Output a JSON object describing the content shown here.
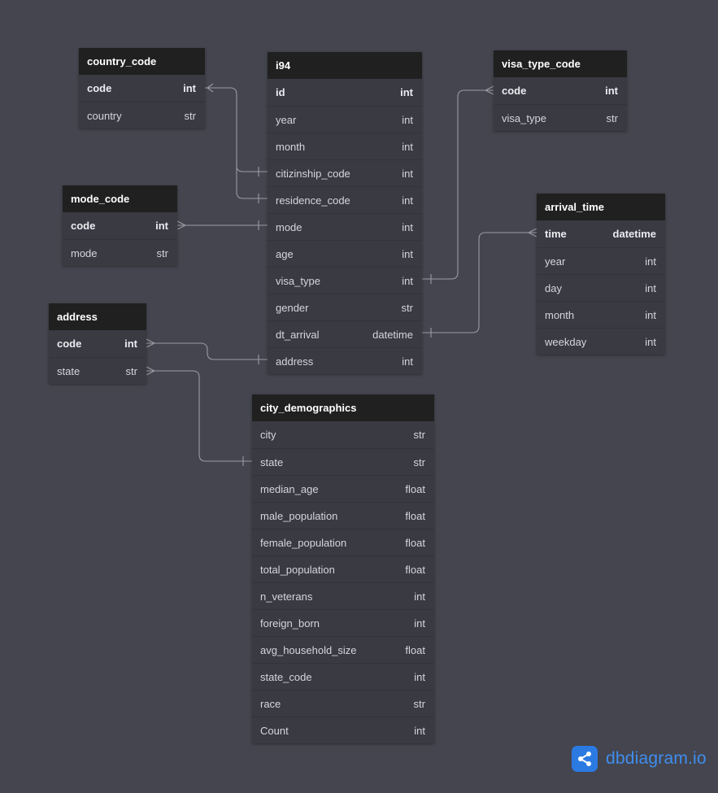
{
  "tables": [
    {
      "id": "country_code",
      "name": "country_code",
      "columns": [
        {
          "name": "code",
          "type": "int",
          "pk": true
        },
        {
          "name": "country",
          "type": "str",
          "pk": false
        }
      ]
    },
    {
      "id": "i94",
      "name": "i94",
      "columns": [
        {
          "name": "id",
          "type": "int",
          "pk": true
        },
        {
          "name": "year",
          "type": "int",
          "pk": false
        },
        {
          "name": "month",
          "type": "int",
          "pk": false
        },
        {
          "name": "citizinship_code",
          "type": "int",
          "pk": false
        },
        {
          "name": "residence_code",
          "type": "int",
          "pk": false
        },
        {
          "name": "mode",
          "type": "int",
          "pk": false
        },
        {
          "name": "age",
          "type": "int",
          "pk": false
        },
        {
          "name": "visa_type",
          "type": "int",
          "pk": false
        },
        {
          "name": "gender",
          "type": "str",
          "pk": false
        },
        {
          "name": "dt_arrival",
          "type": "datetime",
          "pk": false
        },
        {
          "name": "address",
          "type": "int",
          "pk": false
        }
      ]
    },
    {
      "id": "visa_type_code",
      "name": "visa_type_code",
      "columns": [
        {
          "name": "code",
          "type": "int",
          "pk": true
        },
        {
          "name": "visa_type",
          "type": "str",
          "pk": false
        }
      ]
    },
    {
      "id": "mode_code",
      "name": "mode_code",
      "columns": [
        {
          "name": "code",
          "type": "int",
          "pk": true
        },
        {
          "name": "mode",
          "type": "str",
          "pk": false
        }
      ]
    },
    {
      "id": "arrival_time",
      "name": "arrival_time",
      "columns": [
        {
          "name": "time",
          "type": "datetime",
          "pk": true
        },
        {
          "name": "year",
          "type": "int",
          "pk": false
        },
        {
          "name": "day",
          "type": "int",
          "pk": false
        },
        {
          "name": "month",
          "type": "int",
          "pk": false
        },
        {
          "name": "weekday",
          "type": "int",
          "pk": false
        }
      ]
    },
    {
      "id": "address",
      "name": "address",
      "columns": [
        {
          "name": "code",
          "type": "int",
          "pk": true
        },
        {
          "name": "state",
          "type": "str",
          "pk": false
        }
      ]
    },
    {
      "id": "city_demographics",
      "name": "city_demographics",
      "columns": [
        {
          "name": "city",
          "type": "str",
          "pk": false
        },
        {
          "name": "state",
          "type": "str",
          "pk": false
        },
        {
          "name": "median_age",
          "type": "float",
          "pk": false
        },
        {
          "name": "male_population",
          "type": "float",
          "pk": false
        },
        {
          "name": "female_population",
          "type": "float",
          "pk": false
        },
        {
          "name": "total_population",
          "type": "float",
          "pk": false
        },
        {
          "name": "n_veterans",
          "type": "int",
          "pk": false
        },
        {
          "name": "foreign_born",
          "type": "int",
          "pk": false
        },
        {
          "name": "avg_household_size",
          "type": "float",
          "pk": false
        },
        {
          "name": "state_code",
          "type": "int",
          "pk": false
        },
        {
          "name": "race",
          "type": "str",
          "pk": false
        },
        {
          "name": "Count",
          "type": "int",
          "pk": false
        }
      ]
    }
  ],
  "relations": [
    {
      "from": "country_code.code",
      "to": "i94.citizinship_code"
    },
    {
      "from": "country_code.code",
      "to": "i94.residence_code"
    },
    {
      "from": "mode_code.code",
      "to": "i94.mode"
    },
    {
      "from": "visa_type_code.code",
      "to": "i94.visa_type"
    },
    {
      "from": "arrival_time.time",
      "to": "i94.dt_arrival"
    },
    {
      "from": "address.code",
      "to": "i94.address"
    },
    {
      "from": "address.state",
      "to": "city_demographics.state"
    }
  ],
  "brand": {
    "name": "dbdiagram.io",
    "icon": "share-nodes-icon",
    "accent": "#2a7ae2"
  },
  "colors": {
    "background": "#44454e",
    "table_header": "#202020",
    "table_body": "#393a42",
    "connector": "#9a9aa4"
  }
}
